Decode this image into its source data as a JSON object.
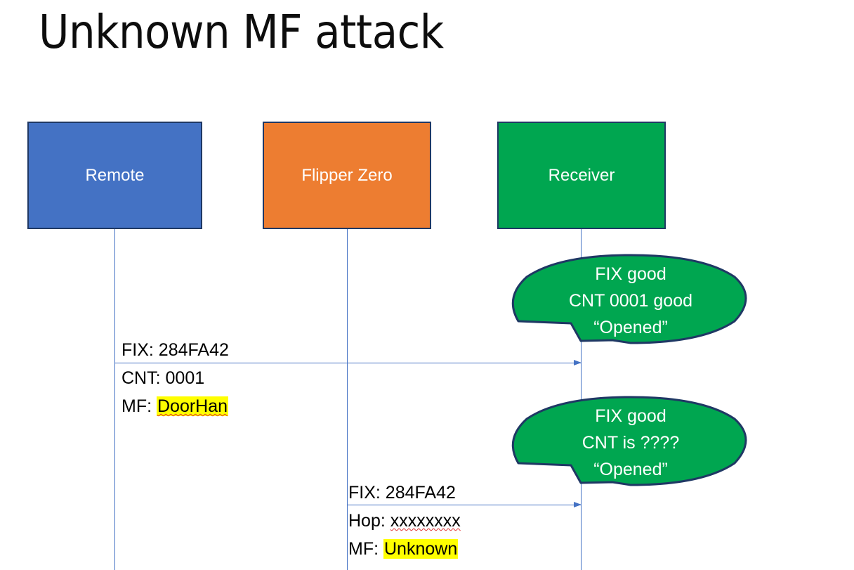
{
  "slide": {
    "title": "Unknown MF attack",
    "background": "#ffffff"
  },
  "colors": {
    "remote_fill": "#4472C4",
    "flipper_fill": "#ED7D31",
    "receiver_fill": "#00A650",
    "box_border": "#1F3864",
    "lifeline": "#4472C4",
    "arrow": "#4472C4",
    "highlight": "#FFFF00",
    "spellcheck_underline": "#E03131",
    "text": "#000000",
    "box_label_text": "#FFFFFF"
  },
  "actors": [
    {
      "id": "remote",
      "label": "Remote"
    },
    {
      "id": "flipper",
      "label": "Flipper Zero"
    },
    {
      "id": "receiver",
      "label": "Receiver"
    }
  ],
  "messages": [
    {
      "id": "remote-to-receiver",
      "from": "Remote",
      "to": "Receiver",
      "lines": [
        {
          "label": "FIX:",
          "value": "284FA42",
          "highlight": false,
          "spellcheck": false
        },
        {
          "label": "CNT:",
          "value": "0001",
          "highlight": false,
          "spellcheck": false
        },
        {
          "label": "MF:",
          "value": "DoorHan",
          "highlight": true,
          "spellcheck": true
        }
      ]
    },
    {
      "id": "flipper-to-receiver",
      "from": "Flipper Zero",
      "to": "Receiver",
      "lines": [
        {
          "label": "FIX:",
          "value": "284FA42",
          "highlight": false,
          "spellcheck": false
        },
        {
          "label": "Hop:",
          "value": "xxxxxxxx",
          "highlight": false,
          "spellcheck": true
        },
        {
          "label": "MF:",
          "value": "Unknown",
          "highlight": true,
          "spellcheck": false
        }
      ]
    }
  ],
  "bubbles": [
    {
      "id": "receiver-response-1",
      "lines": [
        "FIX good",
        "CNT 0001 good",
        "“Opened”"
      ]
    },
    {
      "id": "receiver-response-2",
      "lines": [
        "FIX good",
        "CNT is ????",
        "“Opened”"
      ]
    }
  ]
}
